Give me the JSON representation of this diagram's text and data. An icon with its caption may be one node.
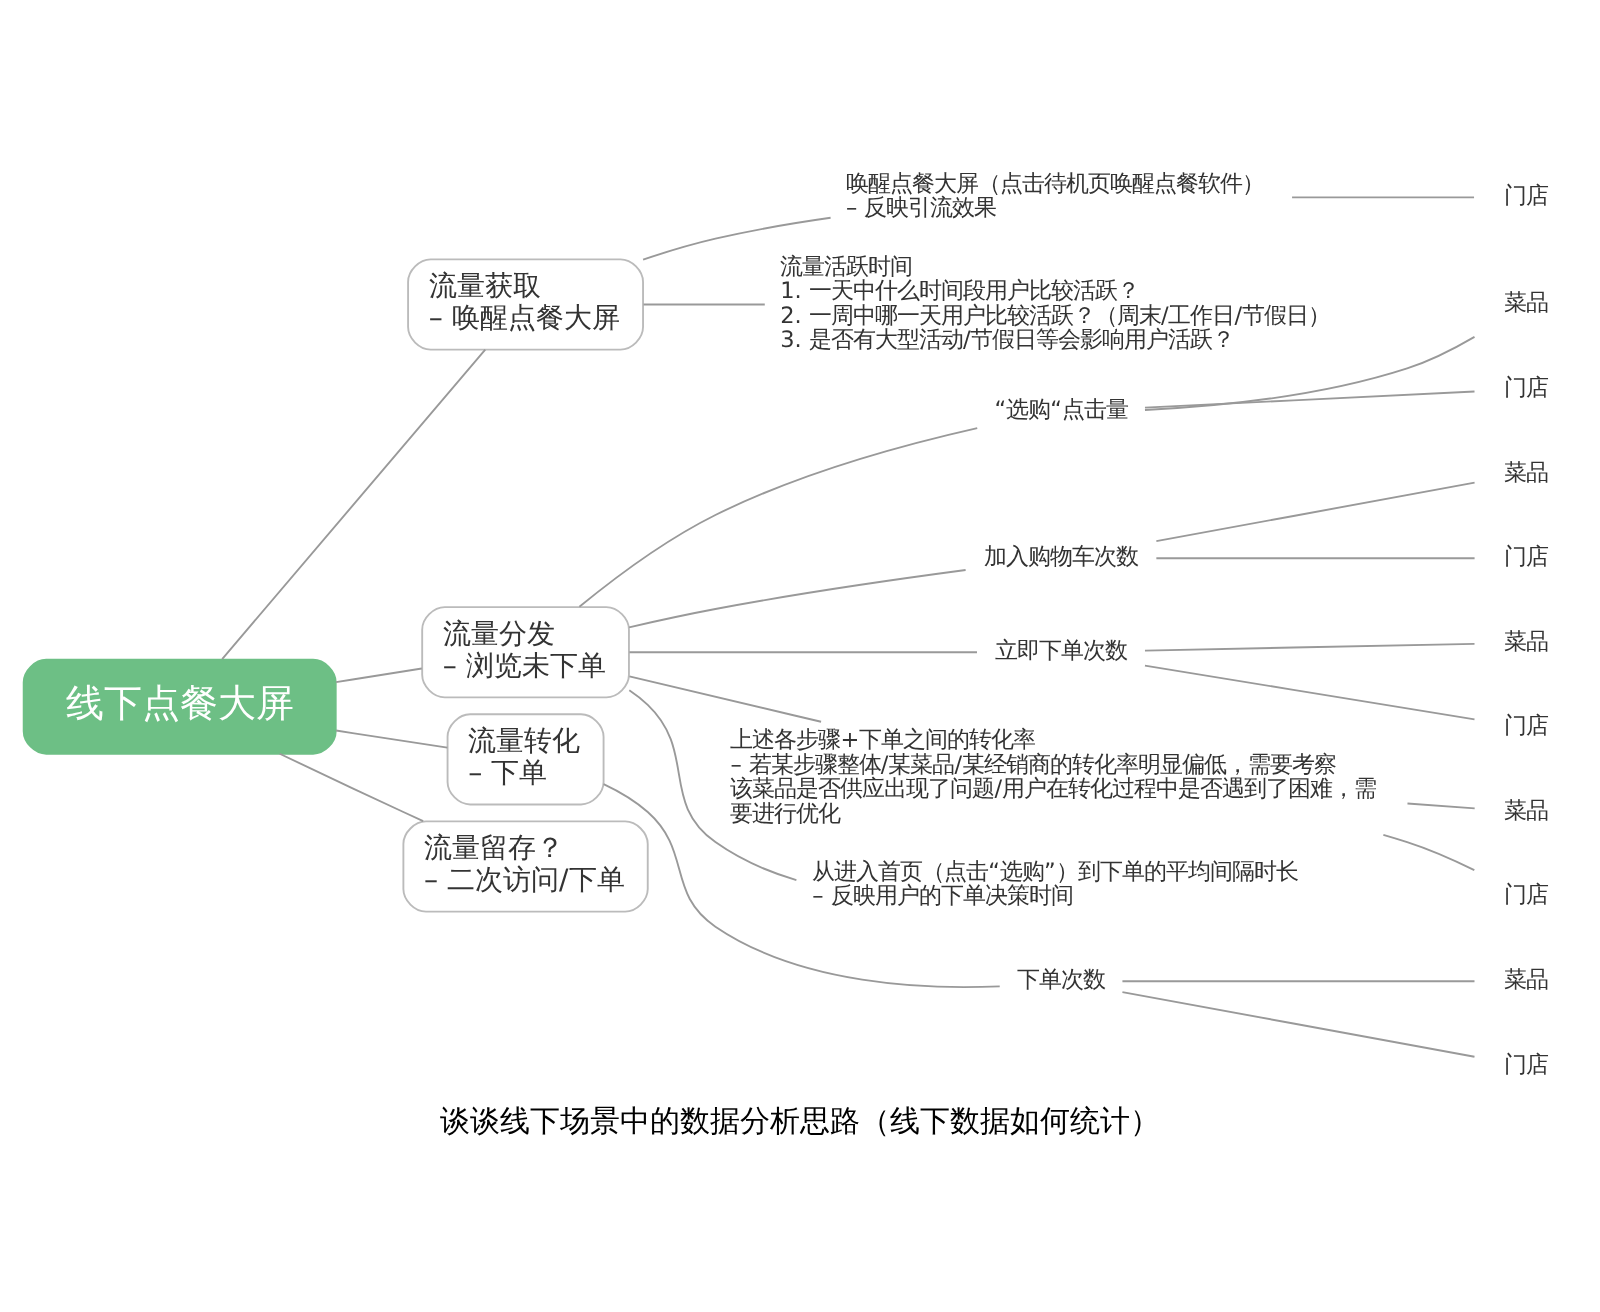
{
  "diagram": {
    "caption": "谈谈线下场景中的数据分析思路（线下数据如何统计）",
    "nodes": [
      {
        "text": [
          "线下点餐大屏"
        ]
      },
      {
        "text": [
          "流量获取",
          "– 唤醒点餐大屏"
        ]
      },
      {
        "text": [
          "唤醒点餐大屏（点击待机页唤醒点餐软件）",
          "– 反映引流效果"
        ]
      },
      {
        "text": [
          "门店"
        ]
      },
      {
        "text": [
          "流量活跃时间",
          "1. 一天中什么时间段用户比较活跃？",
          "2. 一周中哪一天用户比较活跃？（周末/工作日/节假日）",
          "3. 是否有大型活动/节假日等会影响用户活跃？"
        ]
      },
      {
        "text": [
          "流量分发",
          "– 浏览未下单"
        ]
      },
      {
        "text": [
          "“选购“点击量"
        ]
      },
      {
        "text": [
          "菜品"
        ]
      },
      {
        "text": [
          "门店"
        ]
      },
      {
        "text": [
          "加入购物车次数"
        ]
      },
      {
        "text": [
          "菜品"
        ]
      },
      {
        "text": [
          "门店"
        ]
      },
      {
        "text": [
          "立即下单次数"
        ]
      },
      {
        "text": [
          "菜品"
        ]
      },
      {
        "text": [
          "门店"
        ]
      },
      {
        "text": [
          "上述各步骤+下单之间的转化率",
          "– 若某步骤整体/某菜品/某经销商的转化率明显偏低，需要考察该菜品是否供应出现了问题/用户在转化过程中是否遇到了困难，需要进行优化"
        ]
      },
      {
        "text": [
          "菜品"
        ]
      },
      {
        "text": [
          "门店"
        ]
      },
      {
        "text": [
          "从进入首页（点击“选购”）到下单的平均间隔时长",
          "– 反映用户的下单决策时间"
        ]
      },
      {
        "text": [
          "流量转化",
          "– 下单"
        ]
      },
      {
        "text": [
          "下单次数"
        ]
      },
      {
        "text": [
          "菜品"
        ]
      },
      {
        "text": [
          "门店"
        ]
      },
      {
        "text": [
          "流量留存？",
          "– 二次访问/下单"
        ]
      }
    ],
    "edges": [
      {
        "from": 0,
        "to": 1,
        "arrow": "none"
      },
      {
        "from": 1,
        "to": 2,
        "arrow": "none"
      },
      {
        "from": 2,
        "to": 3,
        "arrow": "none"
      },
      {
        "from": 1,
        "to": 4,
        "arrow": "none"
      },
      {
        "from": 0,
        "to": 5,
        "arrow": "none"
      },
      {
        "from": 5,
        "to": 6,
        "arrow": "none"
      },
      {
        "from": 6,
        "to": 7,
        "arrow": "none"
      },
      {
        "from": 6,
        "to": 8,
        "arrow": "none"
      },
      {
        "from": 5,
        "to": 9,
        "arrow": "none"
      },
      {
        "from": 9,
        "to": 10,
        "arrow": "none"
      },
      {
        "from": 9,
        "to": 11,
        "arrow": "none"
      },
      {
        "from": 5,
        "to": 12,
        "arrow": "none"
      },
      {
        "from": 12,
        "to": 13,
        "arrow": "none"
      },
      {
        "from": 12,
        "to": 14,
        "arrow": "none"
      },
      {
        "from": 5,
        "to": 15,
        "arrow": "none"
      },
      {
        "from": 15,
        "to": 16,
        "arrow": "none"
      },
      {
        "from": 15,
        "to": 17,
        "arrow": "none"
      },
      {
        "from": 5,
        "to": 18,
        "arrow": "none"
      },
      {
        "from": 0,
        "to": 19,
        "arrow": "none"
      },
      {
        "from": 19,
        "to": 20,
        "arrow": "none"
      },
      {
        "from": 20,
        "to": 21,
        "arrow": "none"
      },
      {
        "from": 20,
        "to": 22,
        "arrow": "none"
      },
      {
        "from": 0,
        "to": 23,
        "arrow": "none"
      }
    ]
  }
}
